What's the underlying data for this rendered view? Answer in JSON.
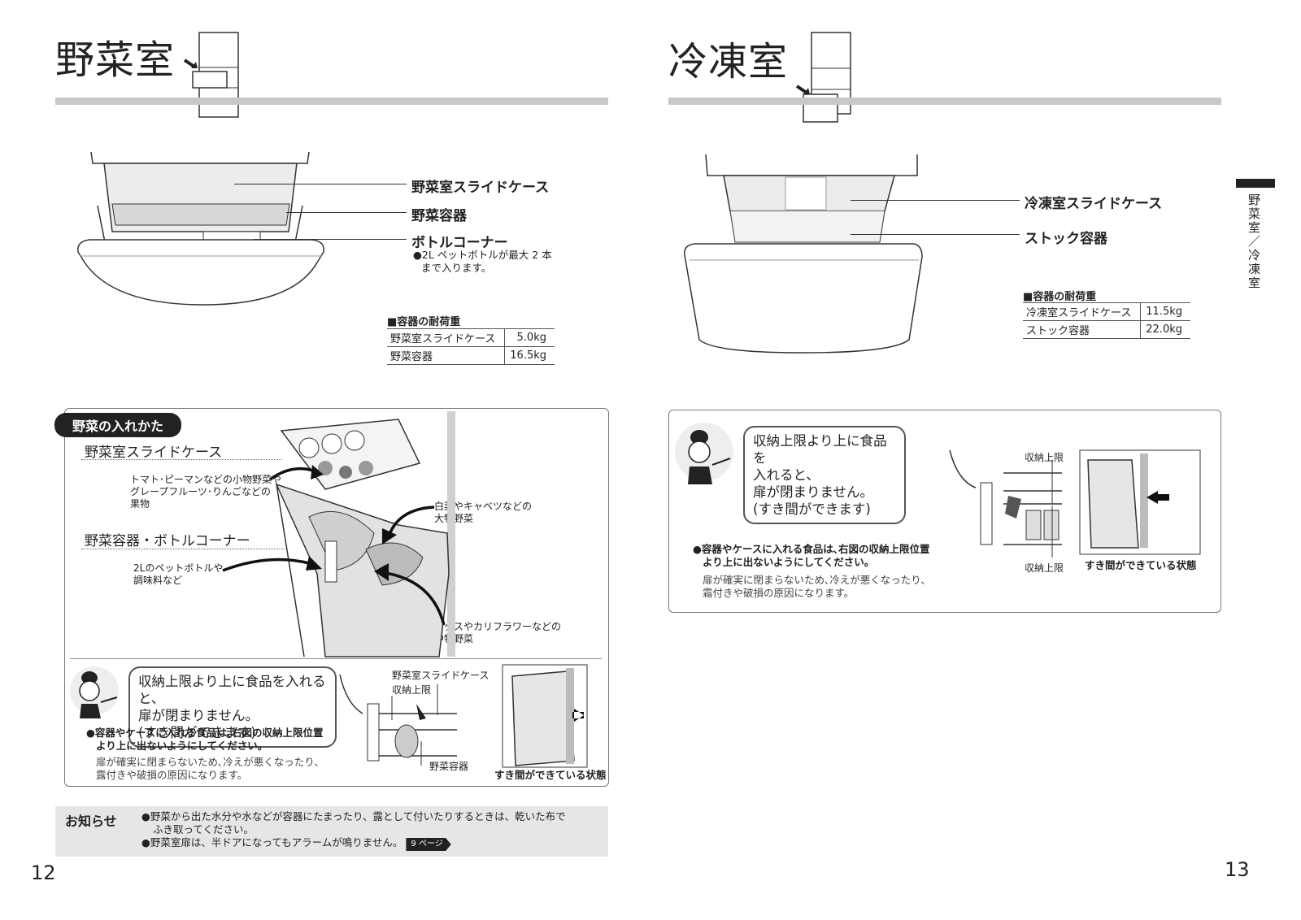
{
  "left": {
    "title": "野菜室",
    "labels": [
      "野菜室スライドケース",
      "野菜容器",
      "ボトルコーナー"
    ],
    "bottle_note_line1": "●2L ペットボトルが最大 2 本",
    "bottle_note_line2": "まで入ります。",
    "load_table": {
      "caption": "■容器の耐荷重",
      "rows": [
        {
          "name": "野菜室スライドケース",
          "value": "5.0kg"
        },
        {
          "name": "野菜容器",
          "value": "16.5kg"
        }
      ]
    },
    "how_to": {
      "pill": "野菜の入れかた",
      "section1": "野菜室スライドケース",
      "note1_line1": "トマト･ピーマンなどの小物野菜や",
      "note1_line2": "グレープフルーツ･りんごなどの",
      "note1_line3": "果物",
      "big_veg_line1": "白菜やキャベツなどの",
      "big_veg_line2": "大物野菜",
      "section2": "野菜容器・ボトルコーナー",
      "note2_line1": "2Lのペットボトルや",
      "note2_line2": "調味料など",
      "mid_veg_line1": "レタスやカリフラワーなどの",
      "mid_veg_line2": "中物野菜"
    },
    "warning": {
      "bubble_line1": "収納上限より上に食品を入れると、",
      "bubble_line2": "扉が閉まりません。",
      "bubble_line3": "(すき間ができます)",
      "bullet_line1": "●容器やケースに入れる食品は､右図の収納上限位置",
      "bullet_line2": "より上に出ないようにしてください。",
      "gray_line1": "扉が確実に閉まらないため､冷えが悪くなったり､",
      "gray_line2": "露付きや破損の原因になります。",
      "diag_slide_case": "野菜室スライドケース",
      "diag_limit": "収納上限",
      "diag_container": "野菜容器",
      "gap_caption": "すき間ができている状態"
    },
    "notice": {
      "heading": "お知らせ",
      "item1_line1": "●野菜から出た水分や水などが容器にたまったり、露として付いたりするときは、乾いた布で",
      "item1_line2": "ふき取ってください。",
      "item2": "●野菜室扉は、半ドアになってもアラームが鳴りません。",
      "item2_ref": "9 ページ"
    },
    "page_number": "12"
  },
  "right": {
    "title": "冷凍室",
    "labels": [
      "冷凍室スライドケース",
      "ストック容器"
    ],
    "load_table": {
      "caption": "■容器の耐荷重",
      "rows": [
        {
          "name": "冷凍室スライドケース",
          "value": "11.5kg"
        },
        {
          "name": "ストック容器",
          "value": "22.0kg"
        }
      ]
    },
    "warning": {
      "bubble_line1": "収納上限より上に食品を",
      "bubble_line2": "入れると、",
      "bubble_line3": "扉が閉まりません。",
      "bubble_line4": "(すき間ができます)",
      "bullet_line1": "●容器やケースに入れる食品は､右図の収納上限位置",
      "bullet_line2": "より上に出ないようにしてください。",
      "gray_line1": "扉が確実に閉まらないため､冷えが悪くなったり､",
      "gray_line2": "霜付きや破損の原因になります。",
      "diag_limit_top": "収納上限",
      "diag_limit_bottom": "収納上限",
      "gap_caption": "すき間ができている状態"
    },
    "page_number": "13",
    "side_tab": "野菜室／冷凍室"
  }
}
